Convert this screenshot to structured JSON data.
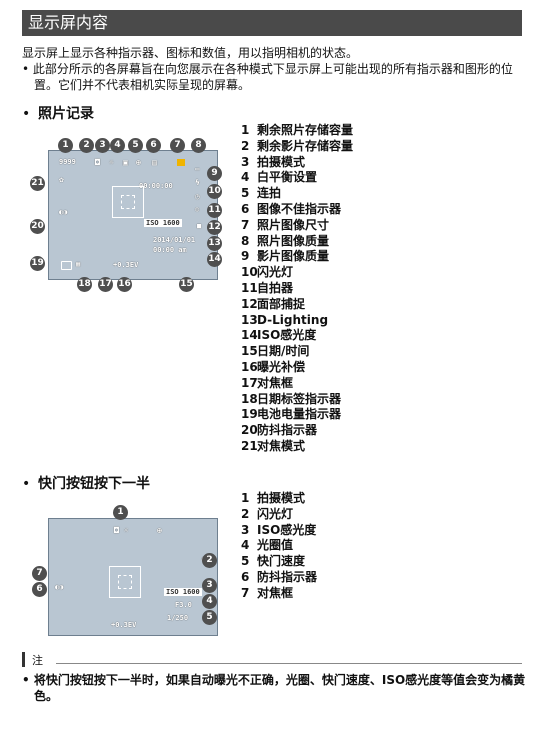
{
  "header": {
    "title": "显示屏内容"
  },
  "intro": {
    "line1": "显示屏上显示各种指示器、图标和数值，用以指明相机的状态。",
    "bullet": "• 此部分所示的各屏幕旨在向您展示在各种模式下显示屏上可能出现的所有指示器和图形的位置。它们并不代表相机实际呈现的屏幕。"
  },
  "section1": {
    "bullet": "•",
    "title": "照片记录",
    "screen": {
      "shots_left": "9999",
      "movie_time": "00:00:00",
      "iso_badge": "ISO 1600",
      "date": "2014/01/01",
      "time": "00:00 am",
      "ev": "+0.3EV",
      "battery_icon": "battery-icon",
      "date_stamp_icon": "date-stamp-icon"
    },
    "legend": [
      {
        "n": "1",
        "label": "剩余照片存储容量"
      },
      {
        "n": "2",
        "label": "剩余影片存储容量"
      },
      {
        "n": "3",
        "label": "拍摄模式"
      },
      {
        "n": "4",
        "label": "白平衡设置"
      },
      {
        "n": "5",
        "label": "连拍"
      },
      {
        "n": "6",
        "label": "图像不佳指示器"
      },
      {
        "n": "7",
        "label": "照片图像尺寸"
      },
      {
        "n": "8",
        "label": "照片图像质量"
      },
      {
        "n": "9",
        "label": "影片图像质量"
      },
      {
        "n": "10",
        "label": "闪光灯"
      },
      {
        "n": "11",
        "label": "自拍器"
      },
      {
        "n": "12",
        "label": "面部捕捉"
      },
      {
        "n": "13",
        "label": "D-Lighting"
      },
      {
        "n": "14",
        "label": "ISO感光度"
      },
      {
        "n": "15",
        "label": "日期/时间"
      },
      {
        "n": "16",
        "label": "曝光补偿"
      },
      {
        "n": "17",
        "label": "对焦框"
      },
      {
        "n": "18",
        "label": "日期标签指示器"
      },
      {
        "n": "19",
        "label": "电池电量指示器"
      },
      {
        "n": "20",
        "label": "防抖指示器"
      },
      {
        "n": "21",
        "label": "对焦模式"
      }
    ]
  },
  "section2": {
    "bullet": "•",
    "title": "快门按钮按下一半",
    "screen": {
      "iso_badge": "ISO 1600",
      "aperture": "F3.0",
      "shutter": "1/250",
      "ev": "+0.3EV"
    },
    "legend": [
      {
        "n": "1",
        "label": "拍摄模式"
      },
      {
        "n": "2",
        "label": "闪光灯"
      },
      {
        "n": "3",
        "label": "ISO感光度"
      },
      {
        "n": "4",
        "label": "光圈值"
      },
      {
        "n": "5",
        "label": "快门速度"
      },
      {
        "n": "6",
        "label": "防抖指示器"
      },
      {
        "n": "7",
        "label": "对焦框"
      }
    ]
  },
  "note": {
    "label": "注",
    "text": "• 将快门按钮按下一半时，如果自动曝光不正确，光圈、快门速度、ISO感光度等值会变为橘黄色。"
  }
}
